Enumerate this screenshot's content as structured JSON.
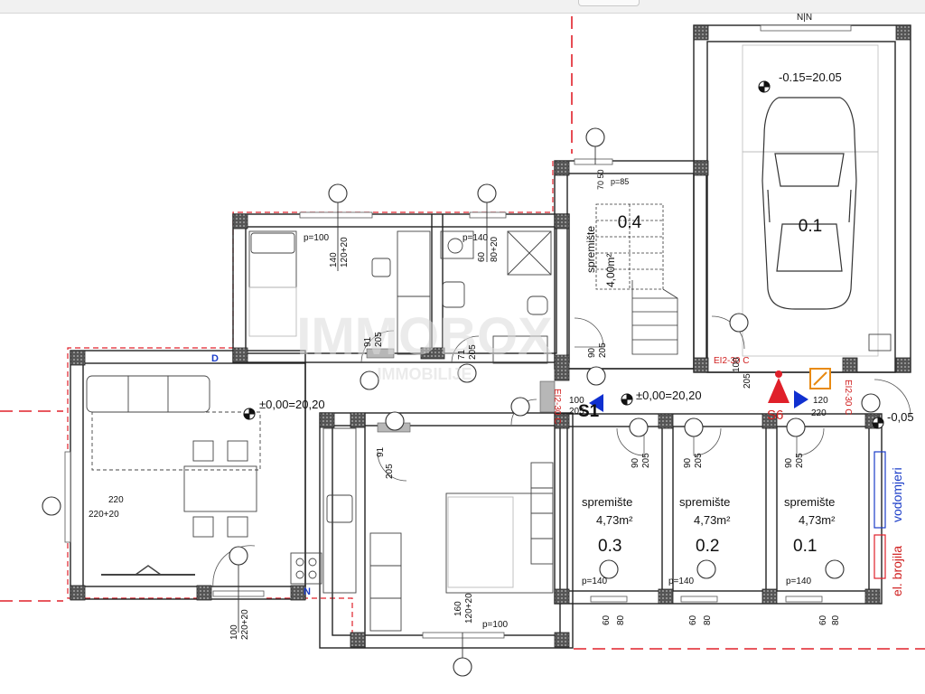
{
  "rooms": {
    "garage": {
      "number": "0.1",
      "level": "-0.15=20.05"
    },
    "storage_04": {
      "number": "0.4",
      "name": "spremište",
      "area": "4,00m²",
      "sill": "p=85",
      "sizes": "70 50"
    },
    "storage_03": {
      "number": "0.3",
      "name": "spremište",
      "area": "4,73m²"
    },
    "storage_02": {
      "number": "0.2",
      "name": "spremište",
      "area": "4,73m²"
    },
    "storage_01": {
      "number": "0.1",
      "name": "spremište",
      "area": "4,73m²"
    }
  },
  "levels": {
    "living": "±0,00=20,20",
    "hall": "±0,00=20,20",
    "outside": "-0,05"
  },
  "markers": {
    "section_s1": "S1",
    "section_s6": "S6",
    "fire_door_1": "EI2-30 C",
    "fire_door_2": "EI2-30 C",
    "fire_door_3": "EI2-30 C",
    "north_d": "D",
    "north_n": "N"
  },
  "side_labels": {
    "water": "vodomjeri",
    "electric": "el. brojila"
  },
  "openings": {
    "bed1_win": {
      "sill": "p=100",
      "w": "140",
      "h": "120+20"
    },
    "bath_win": {
      "sill": "p=140",
      "w": "60",
      "h": "80+20"
    },
    "bed1_door": {
      "w": "91",
      "h": "205"
    },
    "bath_door": {
      "w": "71",
      "h": "205"
    },
    "stair_door": {
      "w": "90",
      "h": "205"
    },
    "hall_door": {
      "w": "100",
      "h": "205"
    },
    "garage_door_left": {
      "w": "100",
      "h": "205"
    },
    "garage_door_right": {
      "w": "120",
      "h": "220"
    },
    "bed2_door": {
      "w": "91",
      "h": "205"
    },
    "living_win": {
      "w": "220",
      "h": "220+20"
    },
    "living_door": {
      "w": "100",
      "h": "220+20"
    },
    "bed2_win": {
      "sill": "p=100",
      "w": "160",
      "h": "120+20"
    },
    "st3_door": {
      "w": "90",
      "h": "205"
    },
    "st2_door": {
      "w": "90",
      "h": "205"
    },
    "st1_door": {
      "w": "90",
      "h": "205"
    },
    "st3_win": {
      "sill": "p=140",
      "w": "60",
      "h": "80"
    },
    "st2_win": {
      "sill": "p=140",
      "w": "60",
      "h": "80"
    },
    "st1_win": {
      "sill": "p=140",
      "w": "60",
      "h": "80"
    },
    "garage_top": {
      "w": "N|N"
    }
  },
  "watermark": {
    "line1": "IMMOBOX",
    "line2": "IMMOBILIJE"
  },
  "colors": {
    "wall": "#222222",
    "hatch": "#444444",
    "red_line": "#e0202a",
    "blue_arrow": "#1030d0",
    "fire_label": "#d02020",
    "orange_box": "#e88a12",
    "dim_blue": "#1a3cc8"
  }
}
